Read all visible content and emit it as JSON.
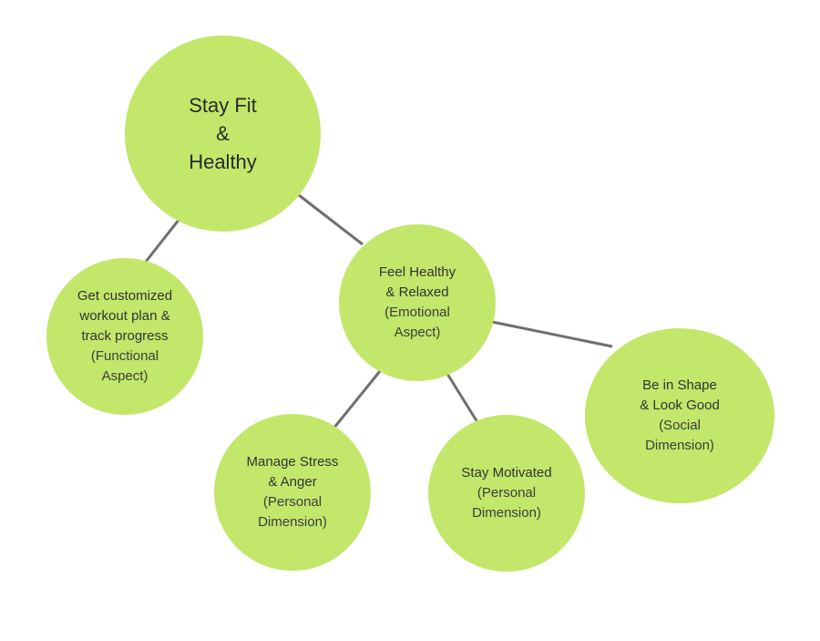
{
  "colors": {
    "node_fill": "#c2e76b",
    "connector": "#6f6f6f",
    "text": "#333333"
  },
  "nodes": {
    "root": {
      "lines": [
        "Stay Fit",
        "&",
        "Healthy"
      ]
    },
    "functional": {
      "title_lines": [
        "Get customized",
        "workout plan &",
        "track progress"
      ],
      "sub_lines": [
        "(Functional",
        "Aspect)"
      ]
    },
    "emotional": {
      "title_lines": [
        "Feel Healthy",
        "& Relaxed"
      ],
      "sub_lines": [
        "(Emotional",
        "Aspect)"
      ]
    },
    "social": {
      "title_lines": [
        "Be in Shape",
        "& Look Good"
      ],
      "sub_lines": [
        "(Social",
        "Dimension)"
      ]
    },
    "stress": {
      "title_lines": [
        "Manage Stress",
        "& Anger"
      ],
      "sub_lines": [
        "(Personal",
        "Dimension)"
      ]
    },
    "motivated": {
      "title_lines": [
        "Stay Motivated"
      ],
      "sub_lines": [
        "(Personal",
        "Dimension)"
      ]
    }
  },
  "edges": [
    {
      "from": "root",
      "to": "functional"
    },
    {
      "from": "root",
      "to": "emotional"
    },
    {
      "from": "emotional",
      "to": "social"
    },
    {
      "from": "emotional",
      "to": "stress"
    },
    {
      "from": "emotional",
      "to": "motivated"
    }
  ]
}
